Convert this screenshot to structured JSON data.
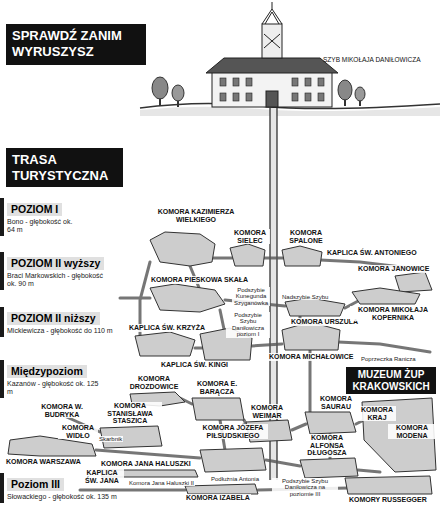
{
  "diagram": {
    "title": "SPRAWDŹ ZANIM WYRUSZYSZ",
    "nodes": [
      {
        "text": [
          "POZIOM I",
          "Bono - głębokość ok. 64 m"
        ]
      },
      {
        "text": [
          "POZIOM II wyższy",
          "Braci Markowskich - głębokość ok. 90 m"
        ]
      },
      {
        "text": [
          "POZIOM II niższy",
          "Mickiewicza - głębokość do 110 m"
        ]
      },
      {
        "text": [
          "Międzypoziom",
          "Kazanów - głębokość ok. 125 m"
        ]
      },
      {
        "text": [
          "MUZEUM ŻUP KRAKOWSKICH"
        ]
      },
      {
        "text": [
          "Poziom III",
          "Słowackiego - głębokość ok. 135 m"
        ]
      }
    ],
    "labels": [
      "SZYB MIKOŁAJA DANIŁOWICZA",
      "TRASA TURYSTYCZNA",
      "KOMORA KAZIMIERZA WIELKIEGO",
      "KOMORA SIELEC",
      "KOMORA SPALONE",
      "KAPLICA ŚW. ANTONIEGO",
      "KOMORA JANOWICE",
      "KOMORA PIESKOWA SKAŁA",
      "Podszybie Kunegunda Szyganówka",
      "Podszybie Szybu Daniłowicza poziom I",
      "Nadszybie Szybu",
      "KOMORA URSZULA",
      "KOMORA MIKOŁAJA KOPERNIKA",
      "KAPLICA ŚW. KRZYŻA",
      "KAPLICA ŚW. KINGI",
      "KOMORA MICHAŁOWICE",
      "Poprzeczka Ranicza",
      "KOMORA DROZDOWICE",
      "KOMORA E. BARĄCZA",
      "KOMORA SAURAU",
      "KOMORA STANISŁAWA STASZICA",
      "KOMORA WEIMAR",
      "KOMORA KRAJ",
      "KOMORA MODENA",
      "KOMORA W. BUDRYKA",
      "KOMORA JÓZEFA PIŁSUDSKIEGO",
      "KOMORA ALFONSA DŁUGOSZA",
      "KOMORA WIDŁO",
      "Skarbnik",
      "KOMORA WARSZAWA",
      "KOMORA JANA HALUSZKI",
      "Podłużnia Antonia",
      "Podszybie Szybu Daniłowicza na poziomie III",
      "KAPLICA ŚW. JANA",
      "Komora Jana Haluszki II",
      "KOMORA IZABELA",
      "KOMORY RUSSEGGER"
    ]
  }
}
